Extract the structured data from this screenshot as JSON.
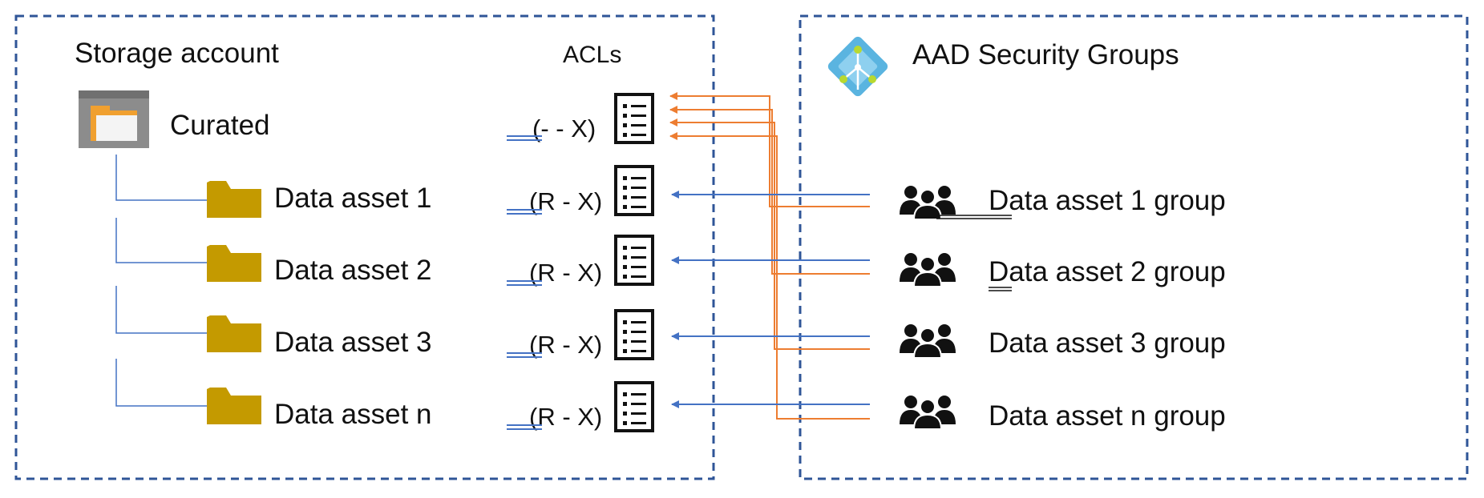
{
  "storage": {
    "title": "Storage account",
    "acls_header": "ACLs",
    "root": {
      "label": "Curated",
      "acl": "(- - X)",
      "icon": "folder-window-icon"
    },
    "assets": [
      {
        "label": "Data asset 1",
        "acl": "(R - X)"
      },
      {
        "label": "Data asset 2",
        "acl": "(R - X)"
      },
      {
        "label": "Data asset 3",
        "acl": "(R - X)"
      },
      {
        "label": "Data asset n",
        "acl": "(R - X)"
      }
    ]
  },
  "aad": {
    "title": "AAD Security Groups",
    "icon": "aad-diamond-icon",
    "groups": [
      {
        "label": "Data asset 1 group"
      },
      {
        "label": "Data asset 2 group"
      },
      {
        "label": "Data asset 3 group"
      },
      {
        "label": "Data asset n group"
      }
    ]
  },
  "colors": {
    "border": "#2f5597",
    "tree_line": "#4472c4",
    "blue_arrow": "#4472c4",
    "orange_arrow": "#ed7d31",
    "folder": "#c49a00",
    "aad_icon": "#5ab4e0"
  }
}
